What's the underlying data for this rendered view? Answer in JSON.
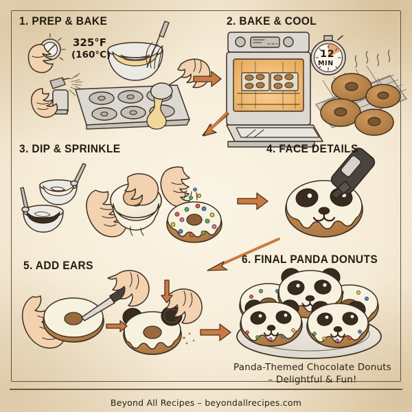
{
  "poster": {
    "background_color": "#f6ecd8",
    "ink_color": "#3b2f22",
    "arrow_color": "#cc7a41",
    "footer": "Beyond All Recipes – beyondallrecipes.com",
    "caption_line_1": "Panda-Themed Chocolate Donuts",
    "caption_line_2": "– Delightful & Fun!"
  },
  "steps": [
    {
      "id": "step-1",
      "title": "1. PREP & BAKE"
    },
    {
      "id": "step-2",
      "title": "2. BAKE & COOL"
    },
    {
      "id": "step-3",
      "title": "3. DIP & SPRINKLE"
    },
    {
      "id": "step-4",
      "title": "4. FACE DETAILS"
    },
    {
      "id": "step-5",
      "title": "5. ADD EARS"
    },
    {
      "id": "step-6",
      "title": "6. FINAL PANDA DONUTS"
    }
  ],
  "labels": {
    "temperature_f": "325°F",
    "temperature_c": "(160°C)",
    "timer_value": "12",
    "timer_unit": "MIN"
  },
  "icons": {
    "oven_dial": "dial-icon",
    "spray_bottle": "spray-bottle-icon",
    "whisk": "whisk-icon",
    "mixing_bowl": "mixing-bowl-icon",
    "donut_pan": "donut-pan-icon",
    "oven": "oven-icon",
    "stopwatch": "stopwatch-icon",
    "cooling_rack": "cooling-rack-icon",
    "glaze_bowl": "glaze-bowl-icon",
    "chocolate_bowl": "chocolate-bowl-icon",
    "sprinkles": "sprinkles-icon",
    "piping_bottle": "piping-bottle-icon",
    "knife": "knife-icon",
    "cookie_ear": "sandwich-cookie-icon",
    "serving_plate": "serving-plate-icon",
    "arrow": "arrow-icon"
  }
}
